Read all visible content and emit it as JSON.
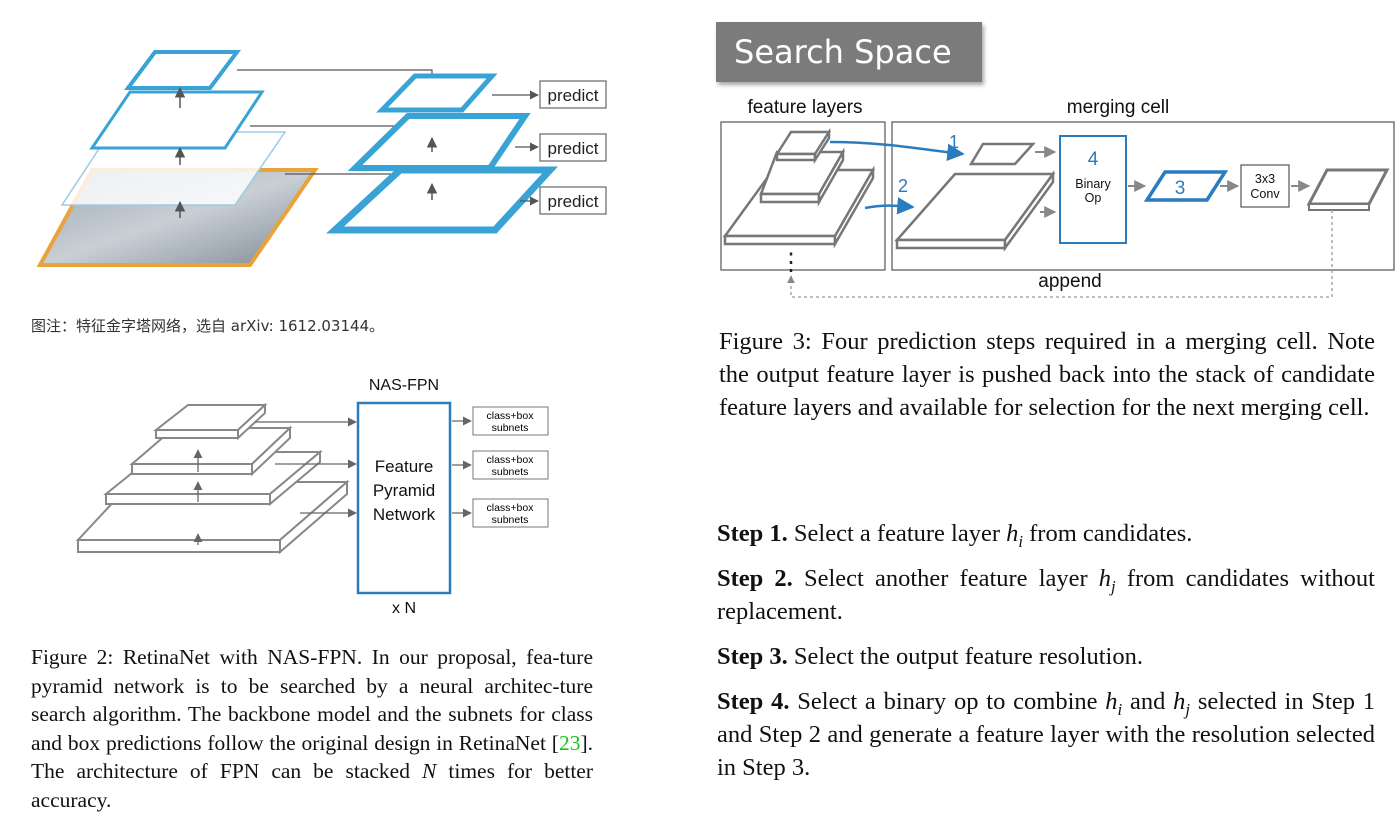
{
  "fig1": {
    "predict_labels": [
      "predict",
      "predict",
      "predict"
    ],
    "caption_cn": "图注：特征金字塔网络，选自 arXiv: 1612.03144。"
  },
  "fig2": {
    "title": "NAS-FPN",
    "box_lines": [
      "Feature",
      "Pyramid",
      "Network"
    ],
    "repeat_label": "x N",
    "subnet_line1": "class+box",
    "subnet_line2": "subnets",
    "caption": {
      "prefix": "Figure 2: RetinaNet with NAS-FPN. In our proposal, fea-ture pyramid network is to be searched by a neural architec-ture search algorithm. The backbone model and the subnets for class and box predictions follow the original design in RetinaNet [",
      "ref": "23",
      "middle": "]. The architecture of FPN can be stacked ",
      "var": "N",
      "suffix": " times for better accuracy."
    }
  },
  "fig3": {
    "badge": "Search Space",
    "feature_layers_label": "feature layers",
    "merging_cell_label": "merging cell",
    "append_label": "append",
    "step_numbers": [
      "1",
      "2",
      "3",
      "4"
    ],
    "binary_op": [
      "Binary",
      "Op"
    ],
    "conv": [
      "3x3",
      "Conv"
    ],
    "dots": "⋮",
    "caption": "Figure 3: Four prediction steps required in a merging cell. Note the output feature layer is pushed back into the stack of candidate feature layers and available for selection for the next merging cell."
  },
  "steps": [
    {
      "label": "Step 1.",
      "pre": " Select a feature layer ",
      "var": "h",
      "sub": "i",
      "post": " from candidates."
    },
    {
      "label": "Step 2.",
      "pre": " Select another feature layer ",
      "var": "h",
      "sub": "j",
      "post": " from candidates without replacement."
    },
    {
      "label": "Step 3.",
      "pre": " Select the output feature resolution.",
      "var": "",
      "sub": "",
      "post": ""
    },
    {
      "label": "Step 4.",
      "pre": " Select a binary op to combine ",
      "var": "h",
      "sub": "i",
      "mid": " and ",
      "var2": "h",
      "sub2": "j",
      "post": " selected in Step 1 and Step 2 and generate a feature layer with the resolution selected in Step 3."
    }
  ],
  "colors": {
    "fpn_blue": "#3aa3d6",
    "fpn_orange": "#e8a33c",
    "nas_blue": "#2b7bbf",
    "gray_stroke": "#777777"
  }
}
